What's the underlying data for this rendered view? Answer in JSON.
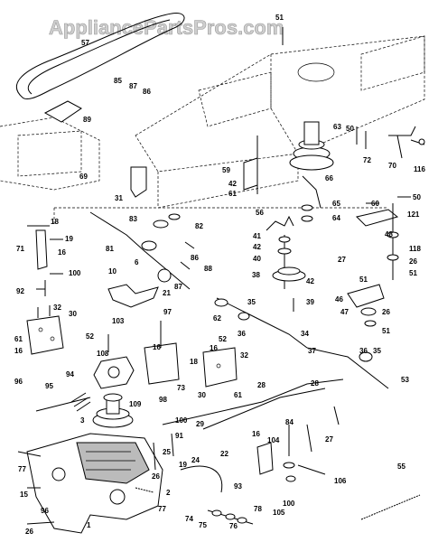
{
  "watermark": "AppliancePartsPros.com",
  "callouts": [
    "57",
    "51",
    "85",
    "87",
    "86",
    "89",
    "69",
    "63",
    "50",
    "72",
    "70",
    "116",
    "59",
    "42",
    "61",
    "66",
    "56",
    "31",
    "65",
    "64",
    "60",
    "50",
    "121",
    "18",
    "19",
    "71",
    "16",
    "100",
    "92",
    "83",
    "82",
    "81",
    "86",
    "88",
    "6",
    "10",
    "21",
    "87",
    "51",
    "48",
    "118",
    "26",
    "51",
    "27",
    "41",
    "42",
    "40",
    "38",
    "42",
    "39",
    "62",
    "35",
    "36",
    "34",
    "37",
    "46",
    "47",
    "26",
    "51",
    "32",
    "30",
    "61",
    "16",
    "52",
    "103",
    "108",
    "97",
    "16",
    "18",
    "73",
    "52",
    "16",
    "32",
    "30",
    "61",
    "98",
    "36",
    "35",
    "53",
    "96",
    "94",
    "95",
    "109",
    "3",
    "100",
    "91",
    "26",
    "19",
    "24",
    "28",
    "29",
    "22",
    "16",
    "104",
    "84",
    "106",
    "100",
    "105",
    "27",
    "28",
    "55",
    "77",
    "15",
    "96",
    "26",
    "1",
    "2",
    "77",
    "93",
    "74",
    "75",
    "76",
    "78",
    "25"
  ]
}
